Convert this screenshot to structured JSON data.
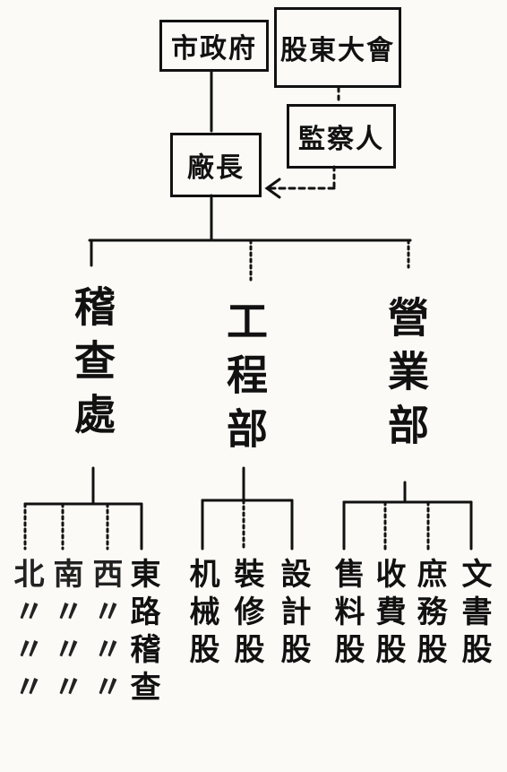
{
  "top": {
    "municipal": "市政府",
    "shareholders_meeting": "股東大會",
    "supervisor": "監察人",
    "director": "廠長"
  },
  "departments": [
    {
      "label": "稽查處",
      "sections": [
        "東路稽查",
        "西〃〃〃",
        "南〃〃〃",
        "北〃〃〃"
      ]
    },
    {
      "label": "工程部",
      "sections": [
        "設計股",
        "裝修股",
        "机械股"
      ]
    },
    {
      "label": "營業部",
      "sections": [
        "文書股",
        "庶務股",
        "收費股",
        "售料股"
      ]
    }
  ]
}
